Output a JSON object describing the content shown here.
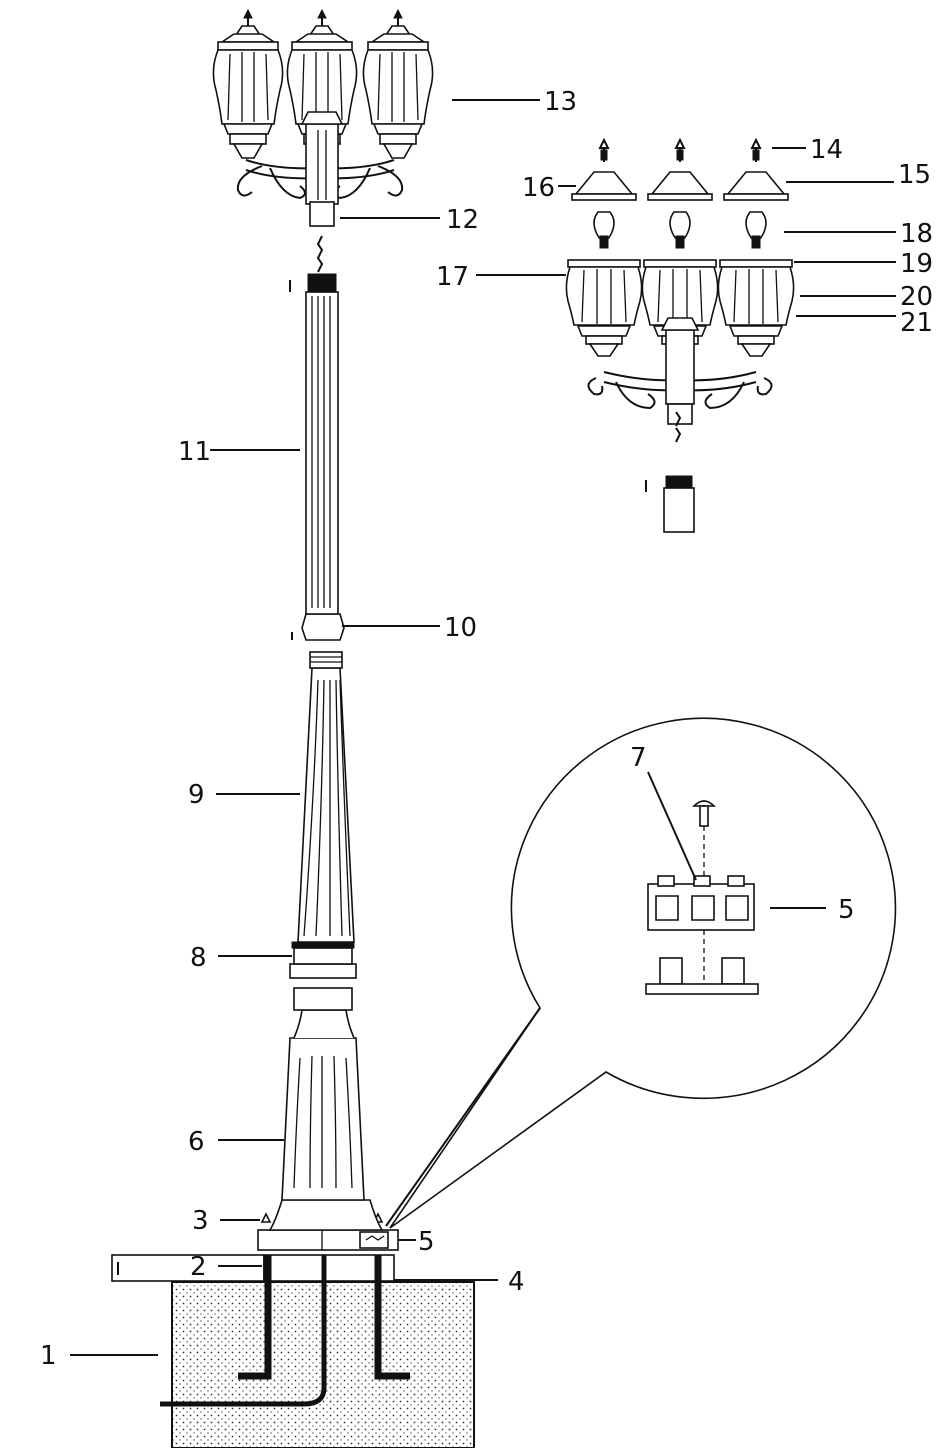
{
  "labels": {
    "l1": "1",
    "l2": "2",
    "l3": "3",
    "l4": "4",
    "l5": "5",
    "l5b": "5",
    "l6": "6",
    "l7": "7",
    "l8": "8",
    "l9": "9",
    "l10": "10",
    "l11": "11",
    "l12": "12",
    "l13": "13",
    "l14": "14",
    "l15": "15",
    "l16": "16",
    "l17": "17",
    "l18": "18",
    "l19": "19",
    "l20": "20",
    "l21": "21"
  },
  "colors": {
    "ink": "#111111",
    "background": "#ffffff",
    "concrete": "#f3f3f3"
  }
}
